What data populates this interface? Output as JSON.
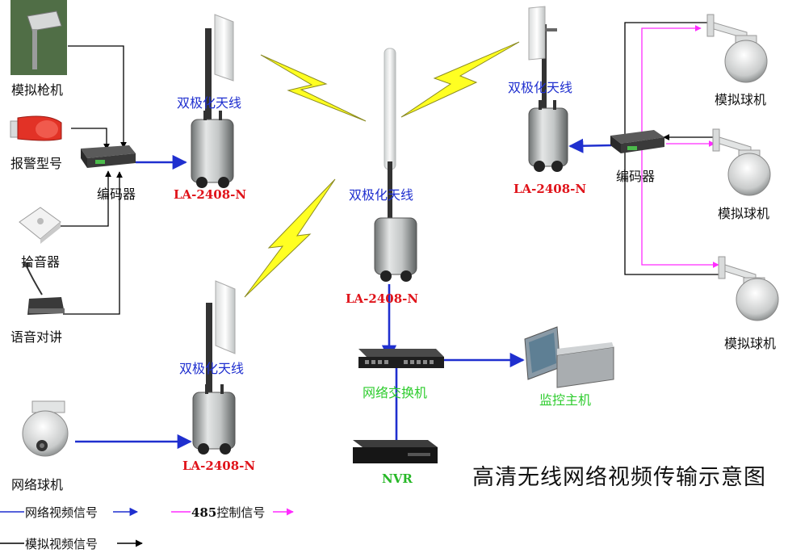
{
  "title": "高清无线网络视频传输示意图",
  "devices": {
    "gun_camera": "模拟枪机",
    "alarm": "报警型号",
    "pickup": "拾音器",
    "intercom": "语音对讲",
    "encoder_left": "编码器",
    "encoder_right": "编码器",
    "antenna_left_top": "双极化天线",
    "antenna_center": "双极化天线",
    "antenna_right": "双极化天线",
    "antenna_left_bottom": "双极化天线",
    "bridge_left_top": "LA-2408-N",
    "bridge_center": "LA-2408-N",
    "bridge_right": "LA-2408-N",
    "bridge_left_bottom": "LA-2408-N",
    "network_dome": "网络球机",
    "dome_1": "模拟球机",
    "dome_2": "模拟球机",
    "dome_3": "模拟球机",
    "switch": "网络交换机",
    "monitor_host": "监控主机",
    "nvr": "NVR"
  },
  "legend": {
    "network_signal": "网络视频信号",
    "rs485_prefix": "485",
    "rs485_suffix": "控制信号",
    "analog_signal": "模拟视频信号"
  },
  "colors": {
    "network_video": "#1f2fcf",
    "rs485_control": "#ff2bff",
    "analog_video": "#000000",
    "radio_link": "#ffff22",
    "bridge_label": "#e0141b",
    "switch_label": "#2ecc2e"
  }
}
